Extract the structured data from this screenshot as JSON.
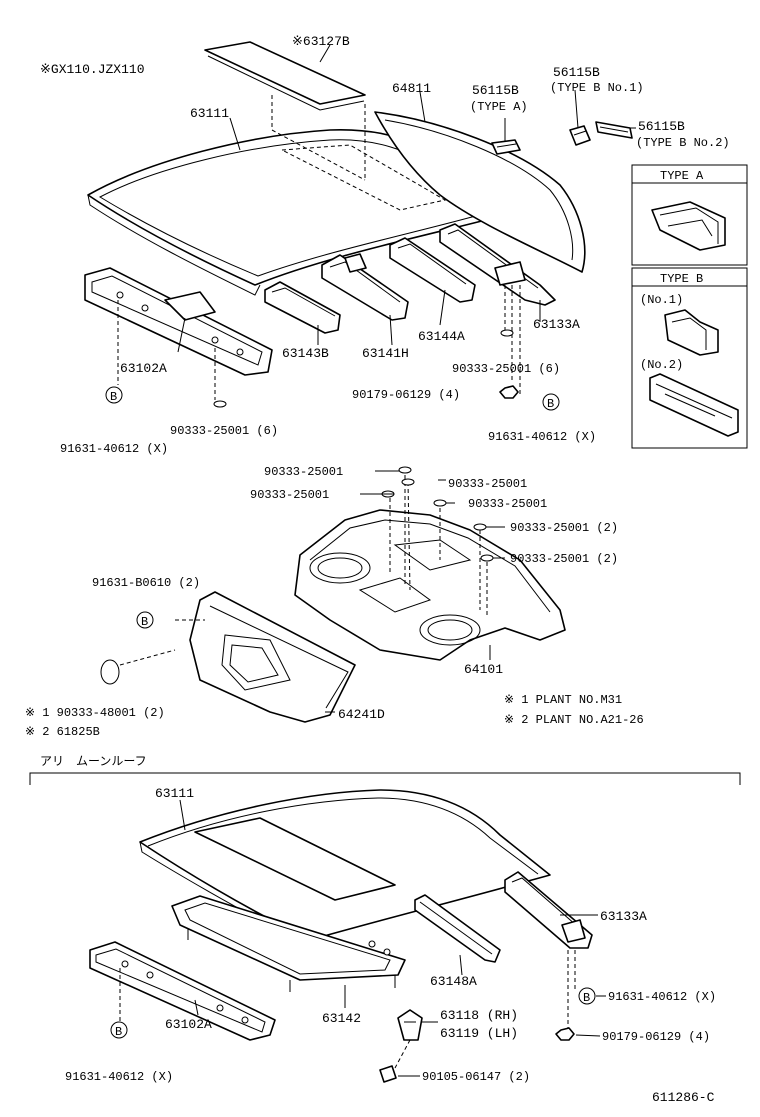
{
  "note_models": "※GX110.JZX110",
  "section_separator_label": "アリ　ムーンルーフ",
  "footnotes": {
    "fn1": "※ 1  PLANT  NO.M31",
    "fn2": "※ 2  PLANT  NO.A21-26"
  },
  "boxes": {
    "type_a_title": "TYPE A",
    "type_b_title": "TYPE B",
    "type_b_no1": "(No.1)",
    "type_b_no2": "(No.2)"
  },
  "labels": {
    "p63127b": "※63127B",
    "p63111_top": "63111",
    "p64811": "64811",
    "p56115b_a": "56115B",
    "p56115b_a_sub": "(TYPE A)",
    "p56115b_b1": "56115B",
    "p56115b_b1_sub": "(TYPE B No.1)",
    "p56115b_b2": "56115B",
    "p56115b_b2_sub": "(TYPE B No.2)",
    "p63102a_top": "63102A",
    "p63143b": "63143B",
    "p63141h": "63141H",
    "p63144a": "63144A",
    "p63133a_top": "63133A",
    "p90333_6_right": "90333-25001 (6)",
    "p90179_top": "90179-06129 (4)",
    "p90333_6_left": "90333-25001 (6)",
    "p91631_x_left": "91631-40612 (X)",
    "p91631_x_right": "91631-40612 (X)",
    "sh_90333_a": "90333-25001",
    "sh_90333_b": "90333-25001",
    "sh_90333_c": "90333-25001",
    "sh_90333_d": "90333-25001",
    "sh_90333_e": "90333-25001 (2)",
    "sh_90333_f": "90333-25001 (2)",
    "p91631_b0610": "91631-B0610 (2)",
    "p64101": "64101",
    "p190333": "※ 1 90333-48001 (2)",
    "p61825b": "※ 2  61825B",
    "p64241d": "64241D",
    "mr_63111": "63111",
    "mr_63133a": "63133A",
    "mr_63148a": "63148A",
    "mr_63142": "63142",
    "mr_63118": "63118 (RH)",
    "mr_63119": "63119 (LH)",
    "mr_91631_right": "91631-40612 (X)",
    "mr_90179": "90179-06129 (4)",
    "mr_63102a": "63102A",
    "mr_91631_left": "91631-40612 (X)",
    "mr_90105": "90105-06147 (2)"
  },
  "markers": {
    "bolt_b": "B"
  },
  "diagram_code": "611286-C"
}
